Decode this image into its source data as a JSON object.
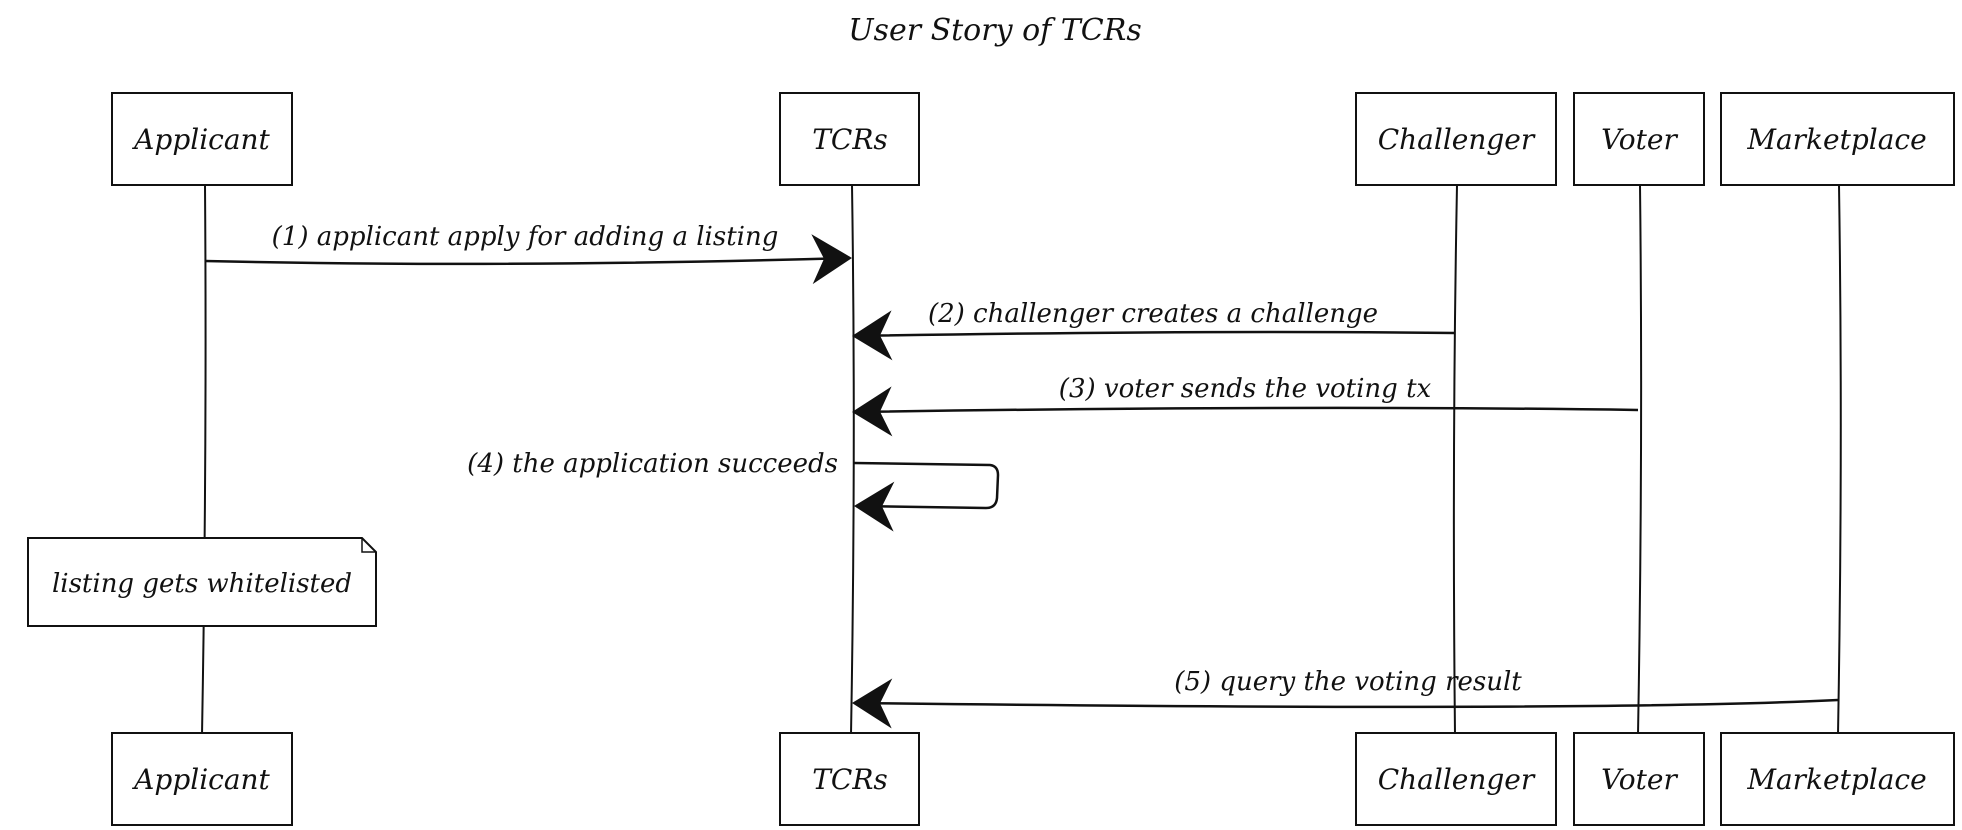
{
  "title": "User Story of TCRs",
  "participants": [
    {
      "id": "applicant",
      "label": "Applicant"
    },
    {
      "id": "tcrs",
      "label": "TCRs"
    },
    {
      "id": "challenger",
      "label": "Challenger"
    },
    {
      "id": "voter",
      "label": "Voter"
    },
    {
      "id": "marketplace",
      "label": "Marketplace"
    }
  ],
  "messages": [
    {
      "id": "m1",
      "label": "(1) applicant apply for adding a listing",
      "from": "applicant",
      "to": "tcrs"
    },
    {
      "id": "m2",
      "label": "(2) challenger creates a challenge",
      "from": "challenger",
      "to": "tcrs"
    },
    {
      "id": "m3",
      "label": "(3) voter sends the voting tx",
      "from": "voter",
      "to": "tcrs"
    },
    {
      "id": "m4",
      "label": "(4) the application succeeds",
      "from": "tcrs",
      "to": "tcrs"
    },
    {
      "id": "m5",
      "label": "(5) query the voting result",
      "from": "marketplace",
      "to": "tcrs"
    }
  ],
  "note": {
    "label": "listing gets whitelisted",
    "attached_to": "applicant"
  },
  "colors": {
    "ink": "#111111",
    "paper": "#ffffff"
  }
}
